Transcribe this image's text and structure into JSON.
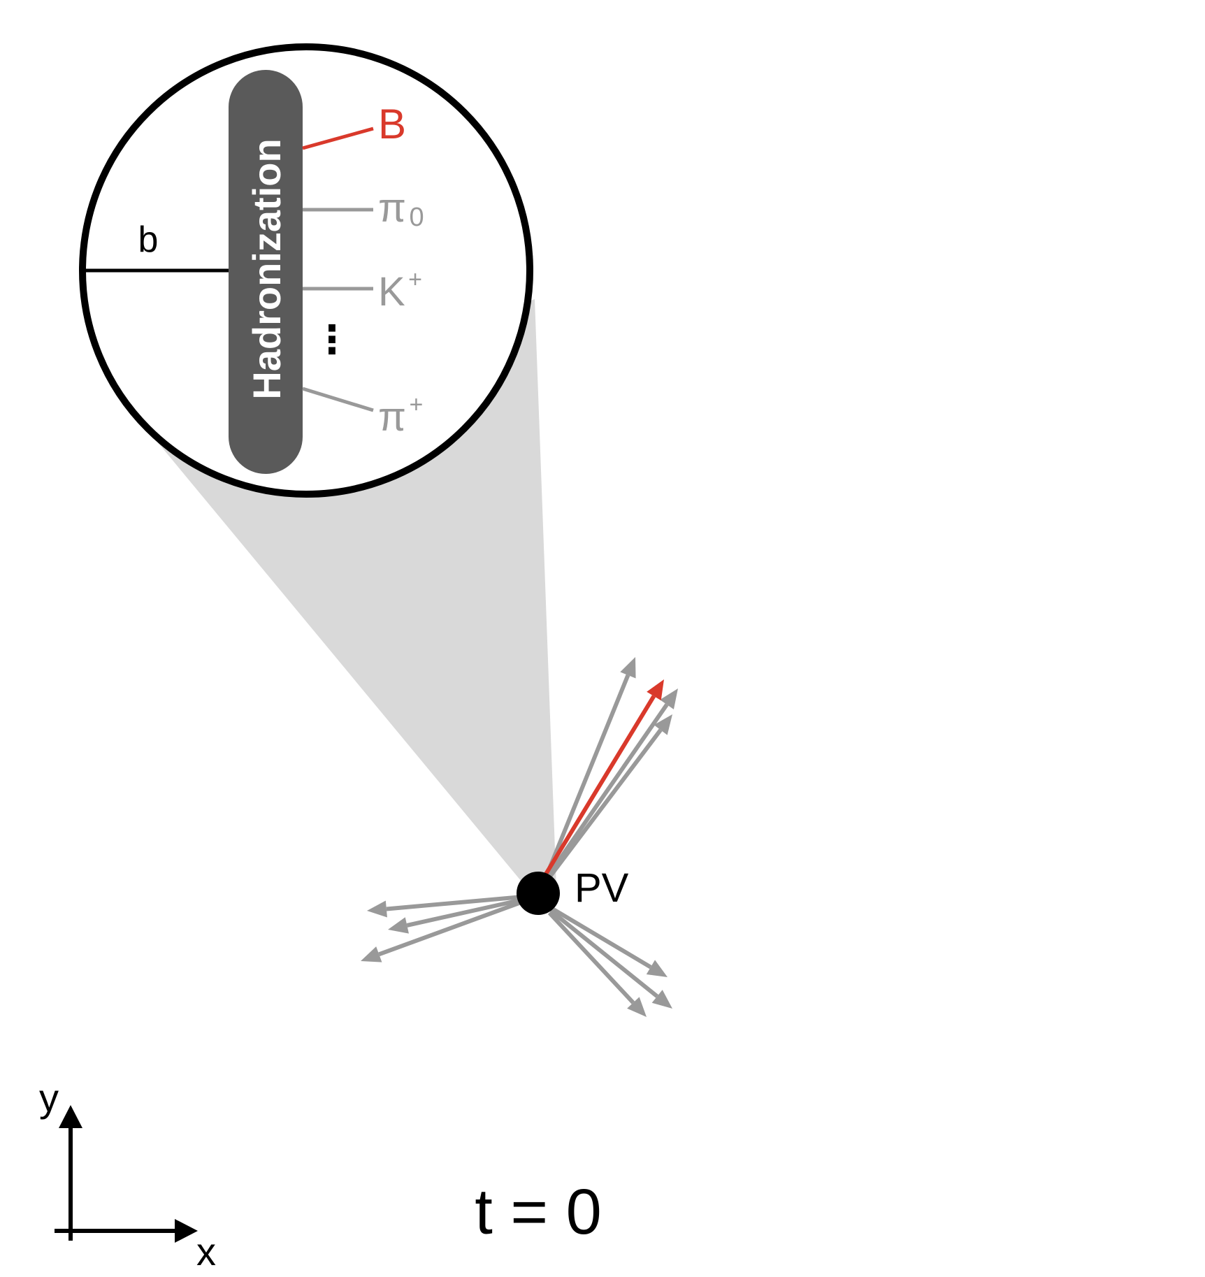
{
  "colors": {
    "black": "#000000",
    "gray_track": "#999999",
    "b_meson": "#d9392b",
    "hadronization_box": "#5a5a5a",
    "cone": "#d9d9d9"
  },
  "inset": {
    "quark_label": "b",
    "hadronization_label": "Hadronization",
    "products": {
      "B": "B",
      "pi0_main": "π",
      "pi0_sub": "0",
      "kplus_main": "K",
      "kplus_sup": "+",
      "ellipsis": "⋮",
      "piplus_main": "π",
      "piplus_sup": "+"
    }
  },
  "primary_vertex": {
    "label": "PV"
  },
  "axes": {
    "x_label": "x",
    "y_label": "y"
  },
  "time_label": "t = 0"
}
